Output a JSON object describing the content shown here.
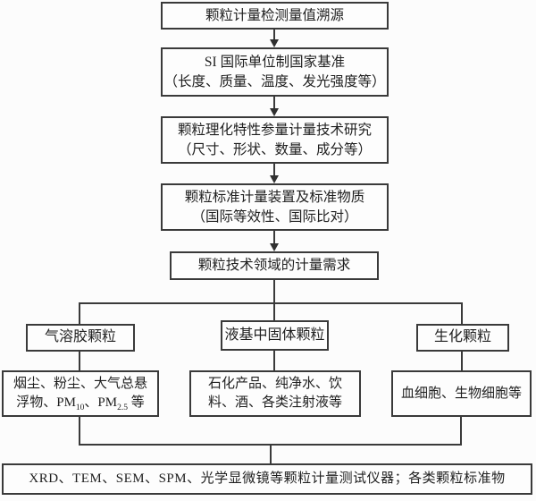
{
  "colors": {
    "ink": "#3a3a3a",
    "text": "#1f1f1f",
    "background": "#fcfcfc"
  },
  "flow": {
    "nodes": [
      {
        "line1": "颗粒计量检测量值溯源"
      },
      {
        "line1": "SI 国际单位制国家基准",
        "line2": "（长度、质量、温度、发光强度等）"
      },
      {
        "line1": "颗粒理化特性参量计量技术研究",
        "line2": "（尺寸、形状、数量、成分等）"
      },
      {
        "line1": "颗粒标准计量装置及标准物质",
        "line2": "（国际等效性、国际比对）"
      },
      {
        "line1": "颗粒技术领域的计量需求"
      }
    ],
    "branches": {
      "aerosol": {
        "title": "气溶胶颗粒",
        "ex_line1": "烟尘、粉尘、大气总悬",
        "ex_line2_pre": "浮物、PM",
        "ex_line2_sub1": "10",
        "ex_line2_mid": "、PM",
        "ex_line2_sub2": "2.5",
        "ex_line2_post": " 等"
      },
      "liquid": {
        "title": "液基中固体颗粒",
        "ex_line1": "石化产品、纯净水、饮",
        "ex_line2": "料、酒、各类注射液等"
      },
      "bio": {
        "title": "生化颗粒",
        "ex": "血细胞、生物细胞等"
      }
    },
    "footer": "XRD、TEM、SEM、SPM、光学显微镜等颗粒计量测试仪器；各类颗粒标准物"
  }
}
